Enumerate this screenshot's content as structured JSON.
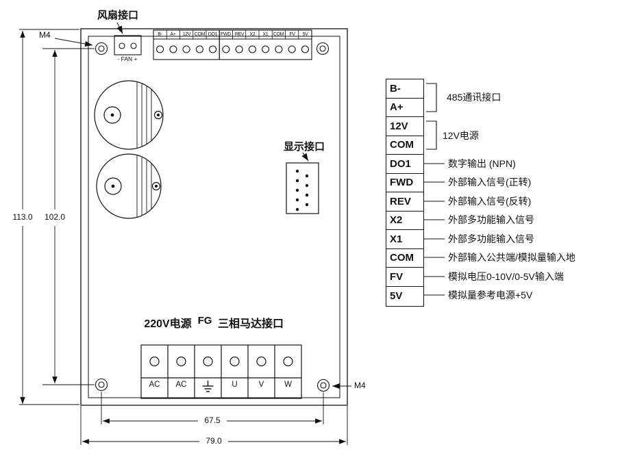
{
  "board": {
    "fan_port_label": "风扇接口",
    "fan_connector_text": "- FAN +",
    "m4_top_label": "M4",
    "m4_bottom_label": "M4",
    "display_port_label": "显示接口",
    "power_label": "220V电源",
    "fg_label": "FG",
    "motor_port_label": "三相马达接口",
    "top_terminals": [
      "B-",
      "A+",
      "12V",
      "COM",
      "DO1",
      "FWD",
      "REV",
      "X2",
      "X1",
      "COM",
      "FV",
      "5V"
    ],
    "bottom_terminals": [
      "AC",
      "AC",
      "U",
      "V",
      "W"
    ]
  },
  "dimensions": {
    "height_outer": "113.0",
    "height_inner": "102.0",
    "width_holes": "67.5",
    "width_outer": "79.0"
  },
  "legend": {
    "pins": [
      "B-",
      "A+",
      "12V",
      "COM",
      "DO1",
      "FWD",
      "REV",
      "X2",
      "X1",
      "COM",
      "FV",
      "5V"
    ],
    "group_descriptions": [
      "485通讯接口",
      "12V电源"
    ],
    "pin_descriptions": [
      "数字输出 (NPN)",
      "外部输入信号(正转)",
      "外部输入信号(反转)",
      "外部多功能输入信号",
      "外部多功能输入信号",
      "外部输入公共端/模拟量输入地",
      "模拟电压0-10V/0-5V输入端",
      "模拟量参考电源+5V"
    ]
  }
}
